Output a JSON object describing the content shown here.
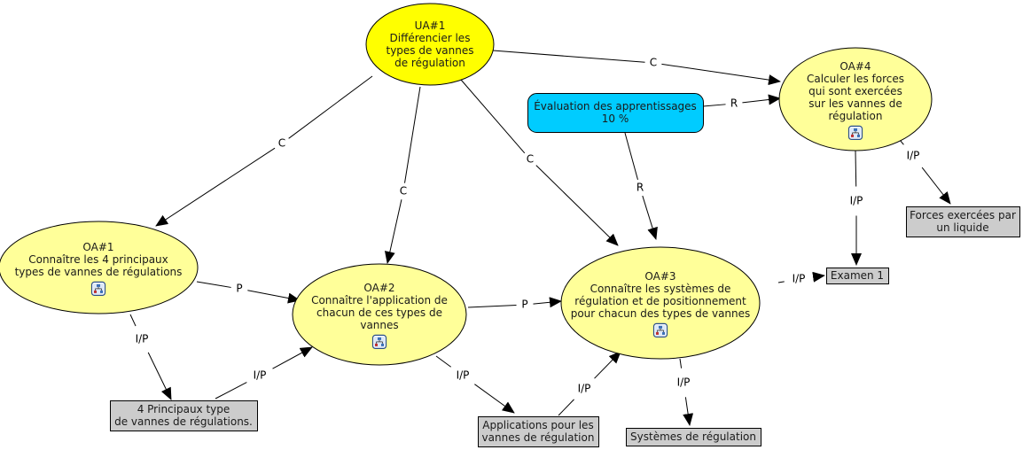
{
  "colors": {
    "goal_node": "#ffff00",
    "objective_node": "#ffff99",
    "evaluation_node": "#00ccff",
    "resource_node": "#cccccc",
    "stroke": "#000000"
  },
  "nodes": [
    {
      "id": "ua1",
      "kind": "goal",
      "shape": "ellipse",
      "lines": [
        "UA#1",
        "Différencier les",
        "types de vannes",
        "de régulation"
      ],
      "submap_icon": false
    },
    {
      "id": "oa4",
      "kind": "objective",
      "shape": "ellipse",
      "lines": [
        "OA#4",
        "Calculer les forces",
        "qui sont exercées",
        "sur les vannes de",
        "régulation"
      ],
      "submap_icon": true
    },
    {
      "id": "eval",
      "kind": "evaluation",
      "shape": "rounded-rect",
      "lines": [
        "Évaluation des apprentissages",
        "10 %"
      ],
      "submap_icon": false
    },
    {
      "id": "oa1",
      "kind": "objective",
      "shape": "ellipse",
      "lines": [
        "OA#1",
        "Connaître les 4 principaux",
        "types de vannes de régulations"
      ],
      "submap_icon": true
    },
    {
      "id": "oa2",
      "kind": "objective",
      "shape": "ellipse",
      "lines": [
        "OA#2",
        "Connaître l'application de",
        "chacun de ces types de",
        "vannes"
      ],
      "submap_icon": true
    },
    {
      "id": "oa3",
      "kind": "objective",
      "shape": "ellipse",
      "lines": [
        "OA#3",
        "Connaître les systèmes de",
        "régulation et de positionnement",
        "pour chacun des types de vannes"
      ],
      "submap_icon": true
    },
    {
      "id": "res1",
      "kind": "resource",
      "shape": "rect",
      "lines": [
        "4 Principaux type",
        "de vannes de régulations."
      ],
      "submap_icon": false
    },
    {
      "id": "res2",
      "kind": "resource",
      "shape": "rect",
      "lines": [
        "Applications pour les",
        "vannes de régulation"
      ],
      "submap_icon": false
    },
    {
      "id": "res3",
      "kind": "resource",
      "shape": "rect",
      "lines": [
        "Systèmes de régulation"
      ],
      "submap_icon": false
    },
    {
      "id": "exam1",
      "kind": "resource",
      "shape": "rect",
      "lines": [
        "Examen 1"
      ],
      "submap_icon": false
    },
    {
      "id": "forces",
      "kind": "resource",
      "shape": "rect",
      "lines": [
        "Forces exercées par",
        "un liquide"
      ],
      "submap_icon": false
    }
  ],
  "edges": [
    {
      "from": "ua1",
      "to": "oa1",
      "label": "C"
    },
    {
      "from": "ua1",
      "to": "oa2",
      "label": "C"
    },
    {
      "from": "ua1",
      "to": "oa3",
      "label": "C"
    },
    {
      "from": "ua1",
      "to": "oa4",
      "label": "C"
    },
    {
      "from": "eval",
      "to": "oa4",
      "label": "R"
    },
    {
      "from": "eval",
      "to": "oa3",
      "label": "R"
    },
    {
      "from": "oa1",
      "to": "oa2",
      "label": "P"
    },
    {
      "from": "oa2",
      "to": "oa3",
      "label": "P"
    },
    {
      "from": "oa1",
      "to": "res1",
      "label": "I/P"
    },
    {
      "from": "res1",
      "to": "oa2",
      "label": "I/P"
    },
    {
      "from": "oa2",
      "to": "res2",
      "label": "I/P"
    },
    {
      "from": "res2",
      "to": "oa3",
      "label": "I/P"
    },
    {
      "from": "oa3",
      "to": "res3",
      "label": "I/P"
    },
    {
      "from": "oa3",
      "to": "exam1",
      "label": "I/P"
    },
    {
      "from": "oa4",
      "to": "exam1",
      "label": "I/P"
    },
    {
      "from": "oa4",
      "to": "forces",
      "label": "I/P"
    }
  ]
}
